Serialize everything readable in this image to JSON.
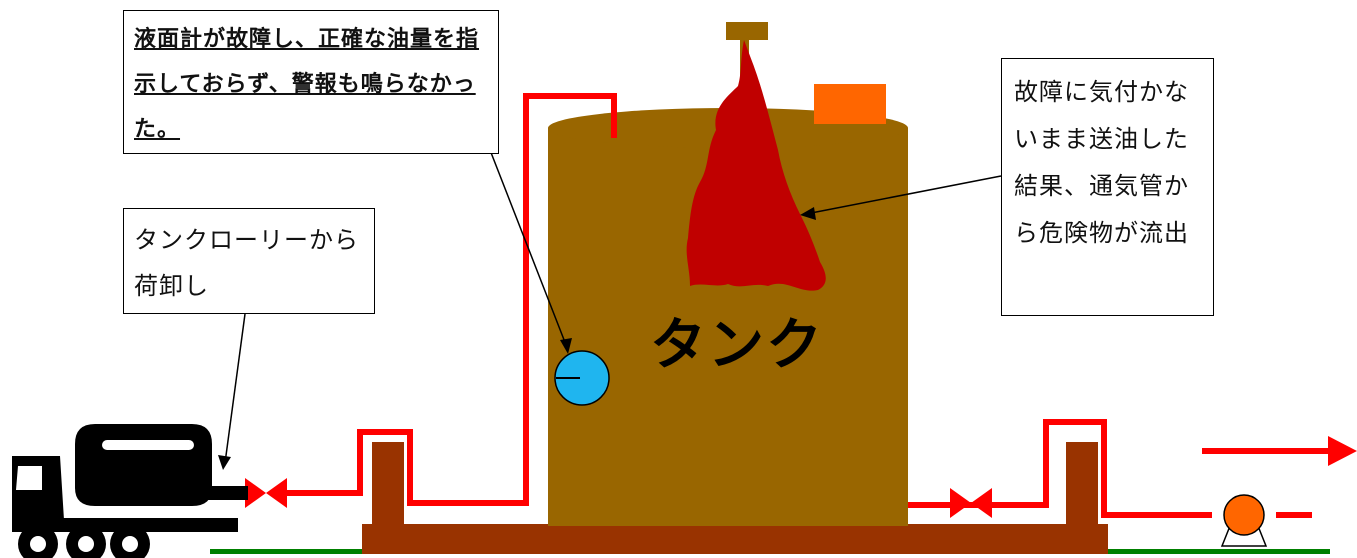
{
  "callouts": {
    "level_gauge_failure": "液面計が故障し、正確な油量を指示しておらず、警報も鳴らなかった。",
    "truck_unloading": "タンクローリーから荷卸し",
    "overflow": "故障に気付かないまま送油した結果、通気管から危険物が流出"
  },
  "tank_label": "タンク",
  "colors": {
    "tank": "#996600",
    "foundation": "#993300",
    "pipe": "#ff0000",
    "spill": "#c00000",
    "gauge": "#1fb5ef",
    "pump": "#ff6600",
    "vent_box": "#ff6600",
    "ground": "#008000"
  },
  "icons": [
    "tanker-truck-icon",
    "valve-icon",
    "pump-icon",
    "level-gauge-icon",
    "flow-arrow-icon"
  ]
}
